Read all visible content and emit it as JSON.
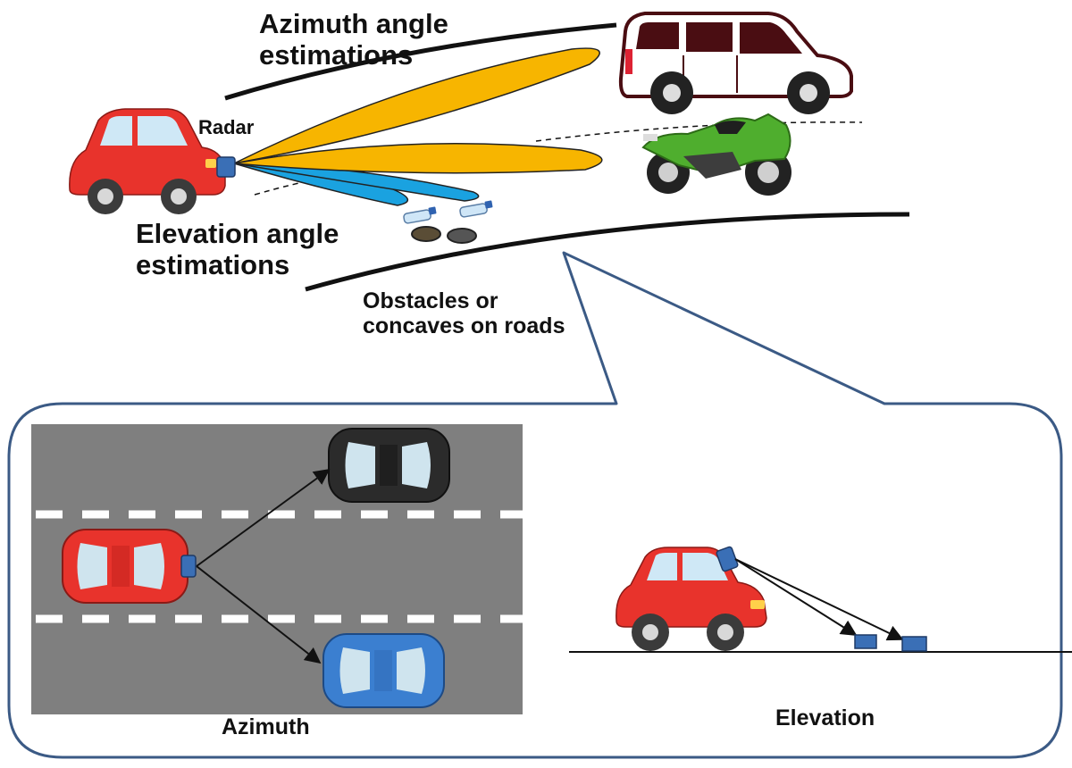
{
  "labels": {
    "azimuth_estimations_line1": "Azimuth angle",
    "azimuth_estimations_line2": "estimations",
    "radar": "Radar",
    "elevation_estimations_line1": "Elevation angle",
    "elevation_estimations_line2": "estimations",
    "obstacles_line1": "Obstacles or",
    "obstacles_line2": "concaves on roads",
    "panel_azimuth": "Azimuth",
    "panel_elevation": "Elevation"
  },
  "colors": {
    "azimuth_beam": "#f7b500",
    "elevation_beam": "#1aa2e0",
    "ego_car": "#e8332c",
    "radar_unit": "#3a6fb6",
    "callout_border": "#3b5a85",
    "road_asphalt": "#7f7f7f",
    "oncoming_car_dark": "#2b2b2b",
    "oncoming_car_blue": "#3b7fd0",
    "motorcycle": "#4fae2e",
    "suv_body": "#ffffff",
    "suv_outline": "#4a0d12"
  }
}
